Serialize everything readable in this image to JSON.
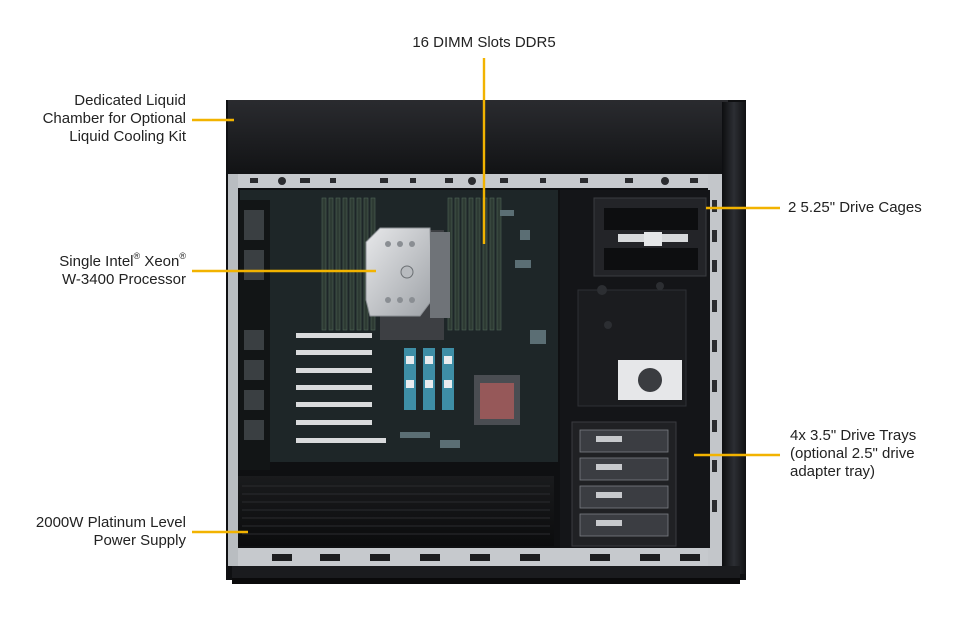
{
  "callouts": {
    "dimm": {
      "line1": "16 DIMM Slots DDR5"
    },
    "liquid": {
      "line1": "Dedicated Liquid",
      "line2": "Chamber for Optional",
      "line3": "Liquid Cooling Kit"
    },
    "cpu": {
      "line1_a": "Single Intel",
      "line1_reg1": "®",
      "line1_b": " Xeon",
      "line1_reg2": "®",
      "line2": "W-3400 Processor"
    },
    "psu": {
      "line1": "2000W Platinum Level",
      "line2": "Power Supply"
    },
    "drive_cages": {
      "line1": "2 5.25\" Drive Cages"
    },
    "drive_trays": {
      "line1": "4x 3.5\" Drive Trays",
      "line2": "(optional 2.5\" drive",
      "line3": "adapter tray)"
    }
  },
  "colors": {
    "leader": "#f2b300",
    "chassis": "#1b1c1f",
    "frame": "#bfc3c7",
    "board": "#1f2a2c"
  }
}
